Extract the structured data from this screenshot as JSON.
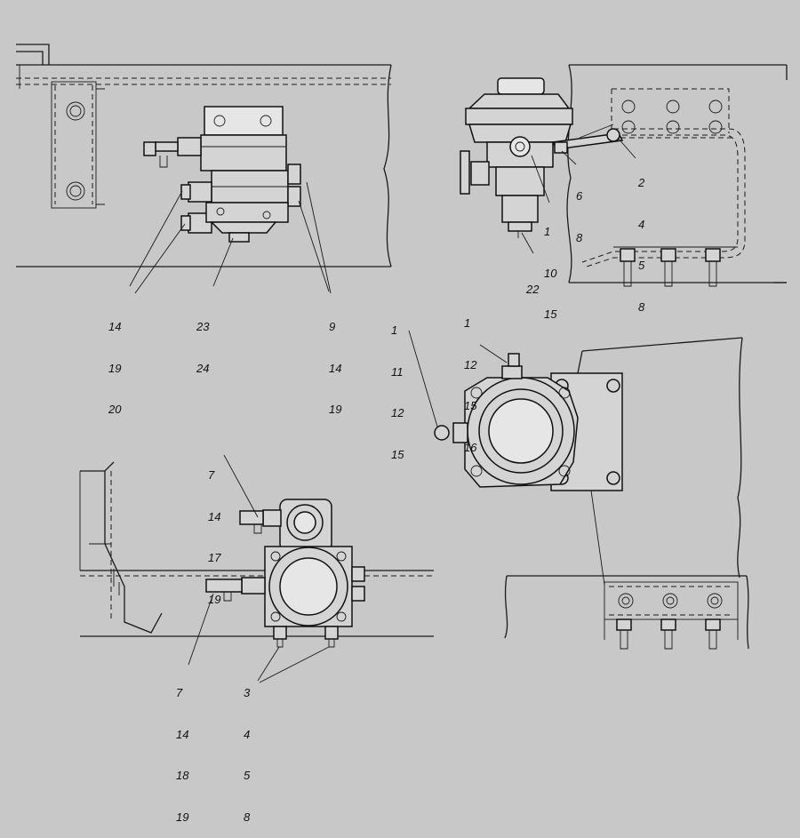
{
  "callouts": [
    {
      "id": "view1-left",
      "lines": [
        "14",
        "19",
        "20"
      ]
    },
    {
      "id": "view1-bottom",
      "lines": [
        "23",
        "24"
      ]
    },
    {
      "id": "view1-right",
      "lines": [
        "9",
        "14",
        "19"
      ]
    },
    {
      "id": "view2-mid",
      "lines": [
        "1",
        "10",
        "15"
      ]
    },
    {
      "id": "view2-bottom",
      "lines": [
        "22"
      ]
    },
    {
      "id": "view2-upper",
      "lines": [
        "6",
        "8"
      ]
    },
    {
      "id": "view2-right",
      "lines": [
        "2",
        "4",
        "5",
        "8"
      ]
    },
    {
      "id": "view3-left",
      "lines": [
        "1",
        "11",
        "12",
        "15"
      ]
    },
    {
      "id": "view3-top",
      "lines": [
        "1",
        "12",
        "15",
        "16"
      ]
    },
    {
      "id": "view4-top",
      "lines": [
        "7",
        "14",
        "17",
        "19"
      ]
    },
    {
      "id": "view4-left",
      "lines": [
        "7",
        "14",
        "18",
        "19"
      ]
    },
    {
      "id": "view4-right",
      "lines": [
        "3",
        "4",
        "5",
        "8"
      ]
    }
  ]
}
